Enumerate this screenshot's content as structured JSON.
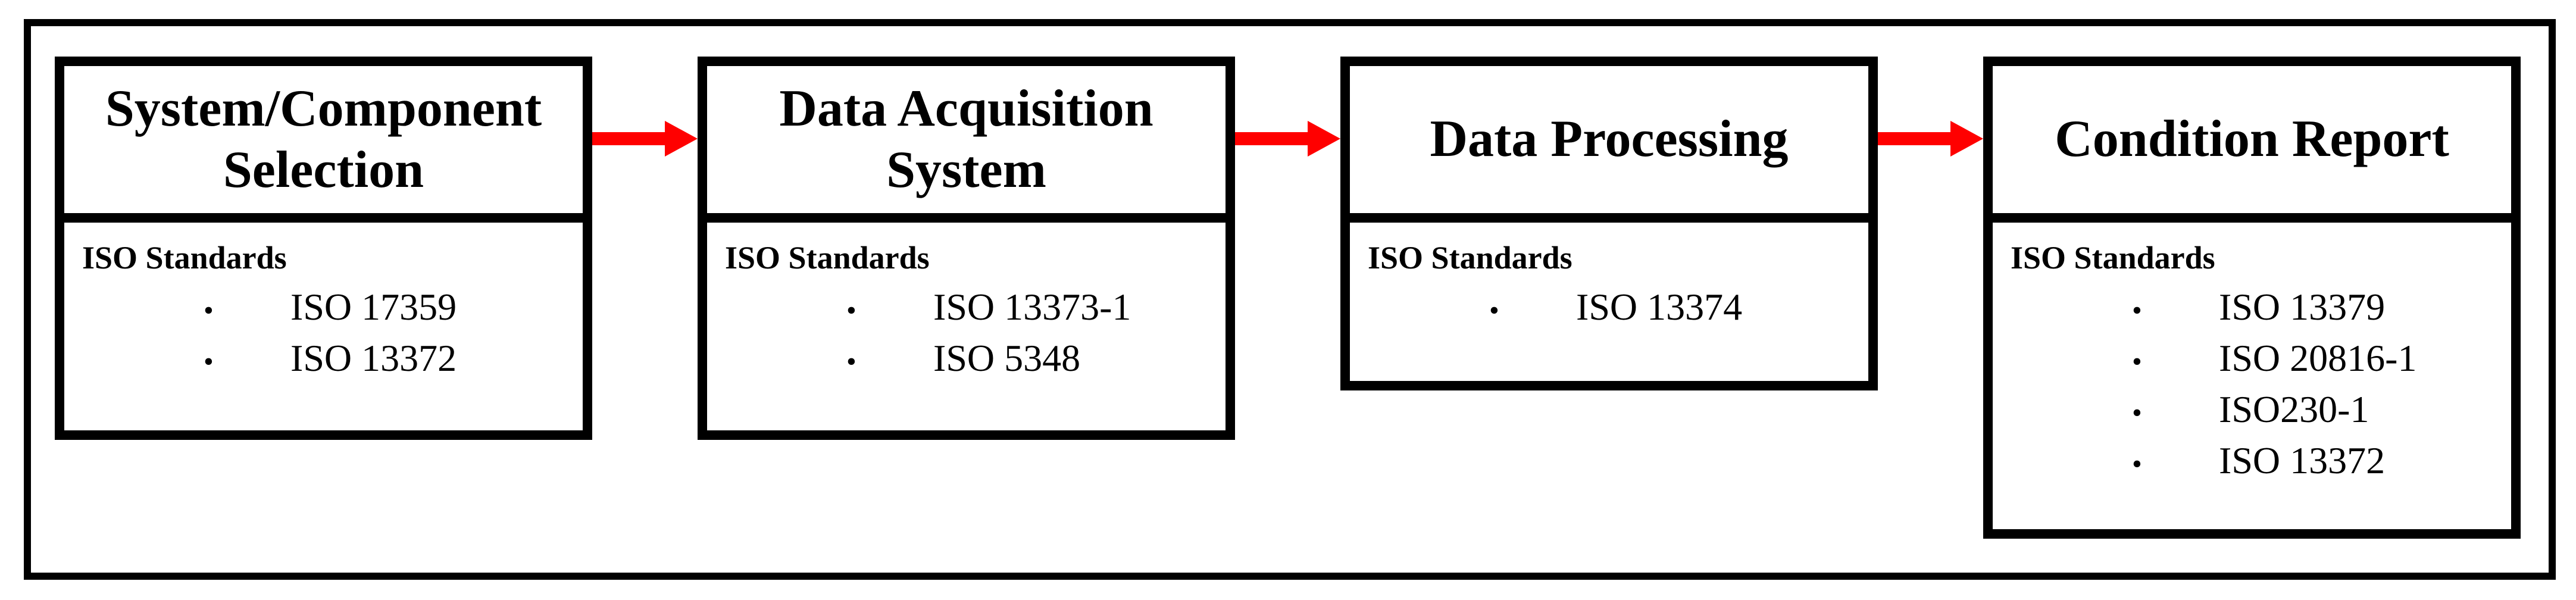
{
  "diagram": {
    "type": "flowchart",
    "direction": "left-to-right",
    "background_color": "#FFFFFF",
    "border_color": "#000000",
    "arrow_color": "#FF0000",
    "bullet_glyph": "•",
    "stages": [
      {
        "title": "System/Component Selection",
        "standards_heading": "ISO Standards",
        "standards": [
          "ISO 17359",
          "ISO 13372"
        ]
      },
      {
        "title": "Data Acquisition System",
        "standards_heading": "ISO Standards",
        "standards": [
          "ISO 13373-1",
          "ISO 5348"
        ]
      },
      {
        "title": "Data Processing",
        "standards_heading": "ISO Standards",
        "standards": [
          "ISO 13374"
        ]
      },
      {
        "title": "Condition Report",
        "standards_heading": "ISO Standards",
        "standards": [
          "ISO 13379",
          "ISO 20816-1",
          "ISO230-1",
          "ISO 13372"
        ]
      }
    ]
  }
}
